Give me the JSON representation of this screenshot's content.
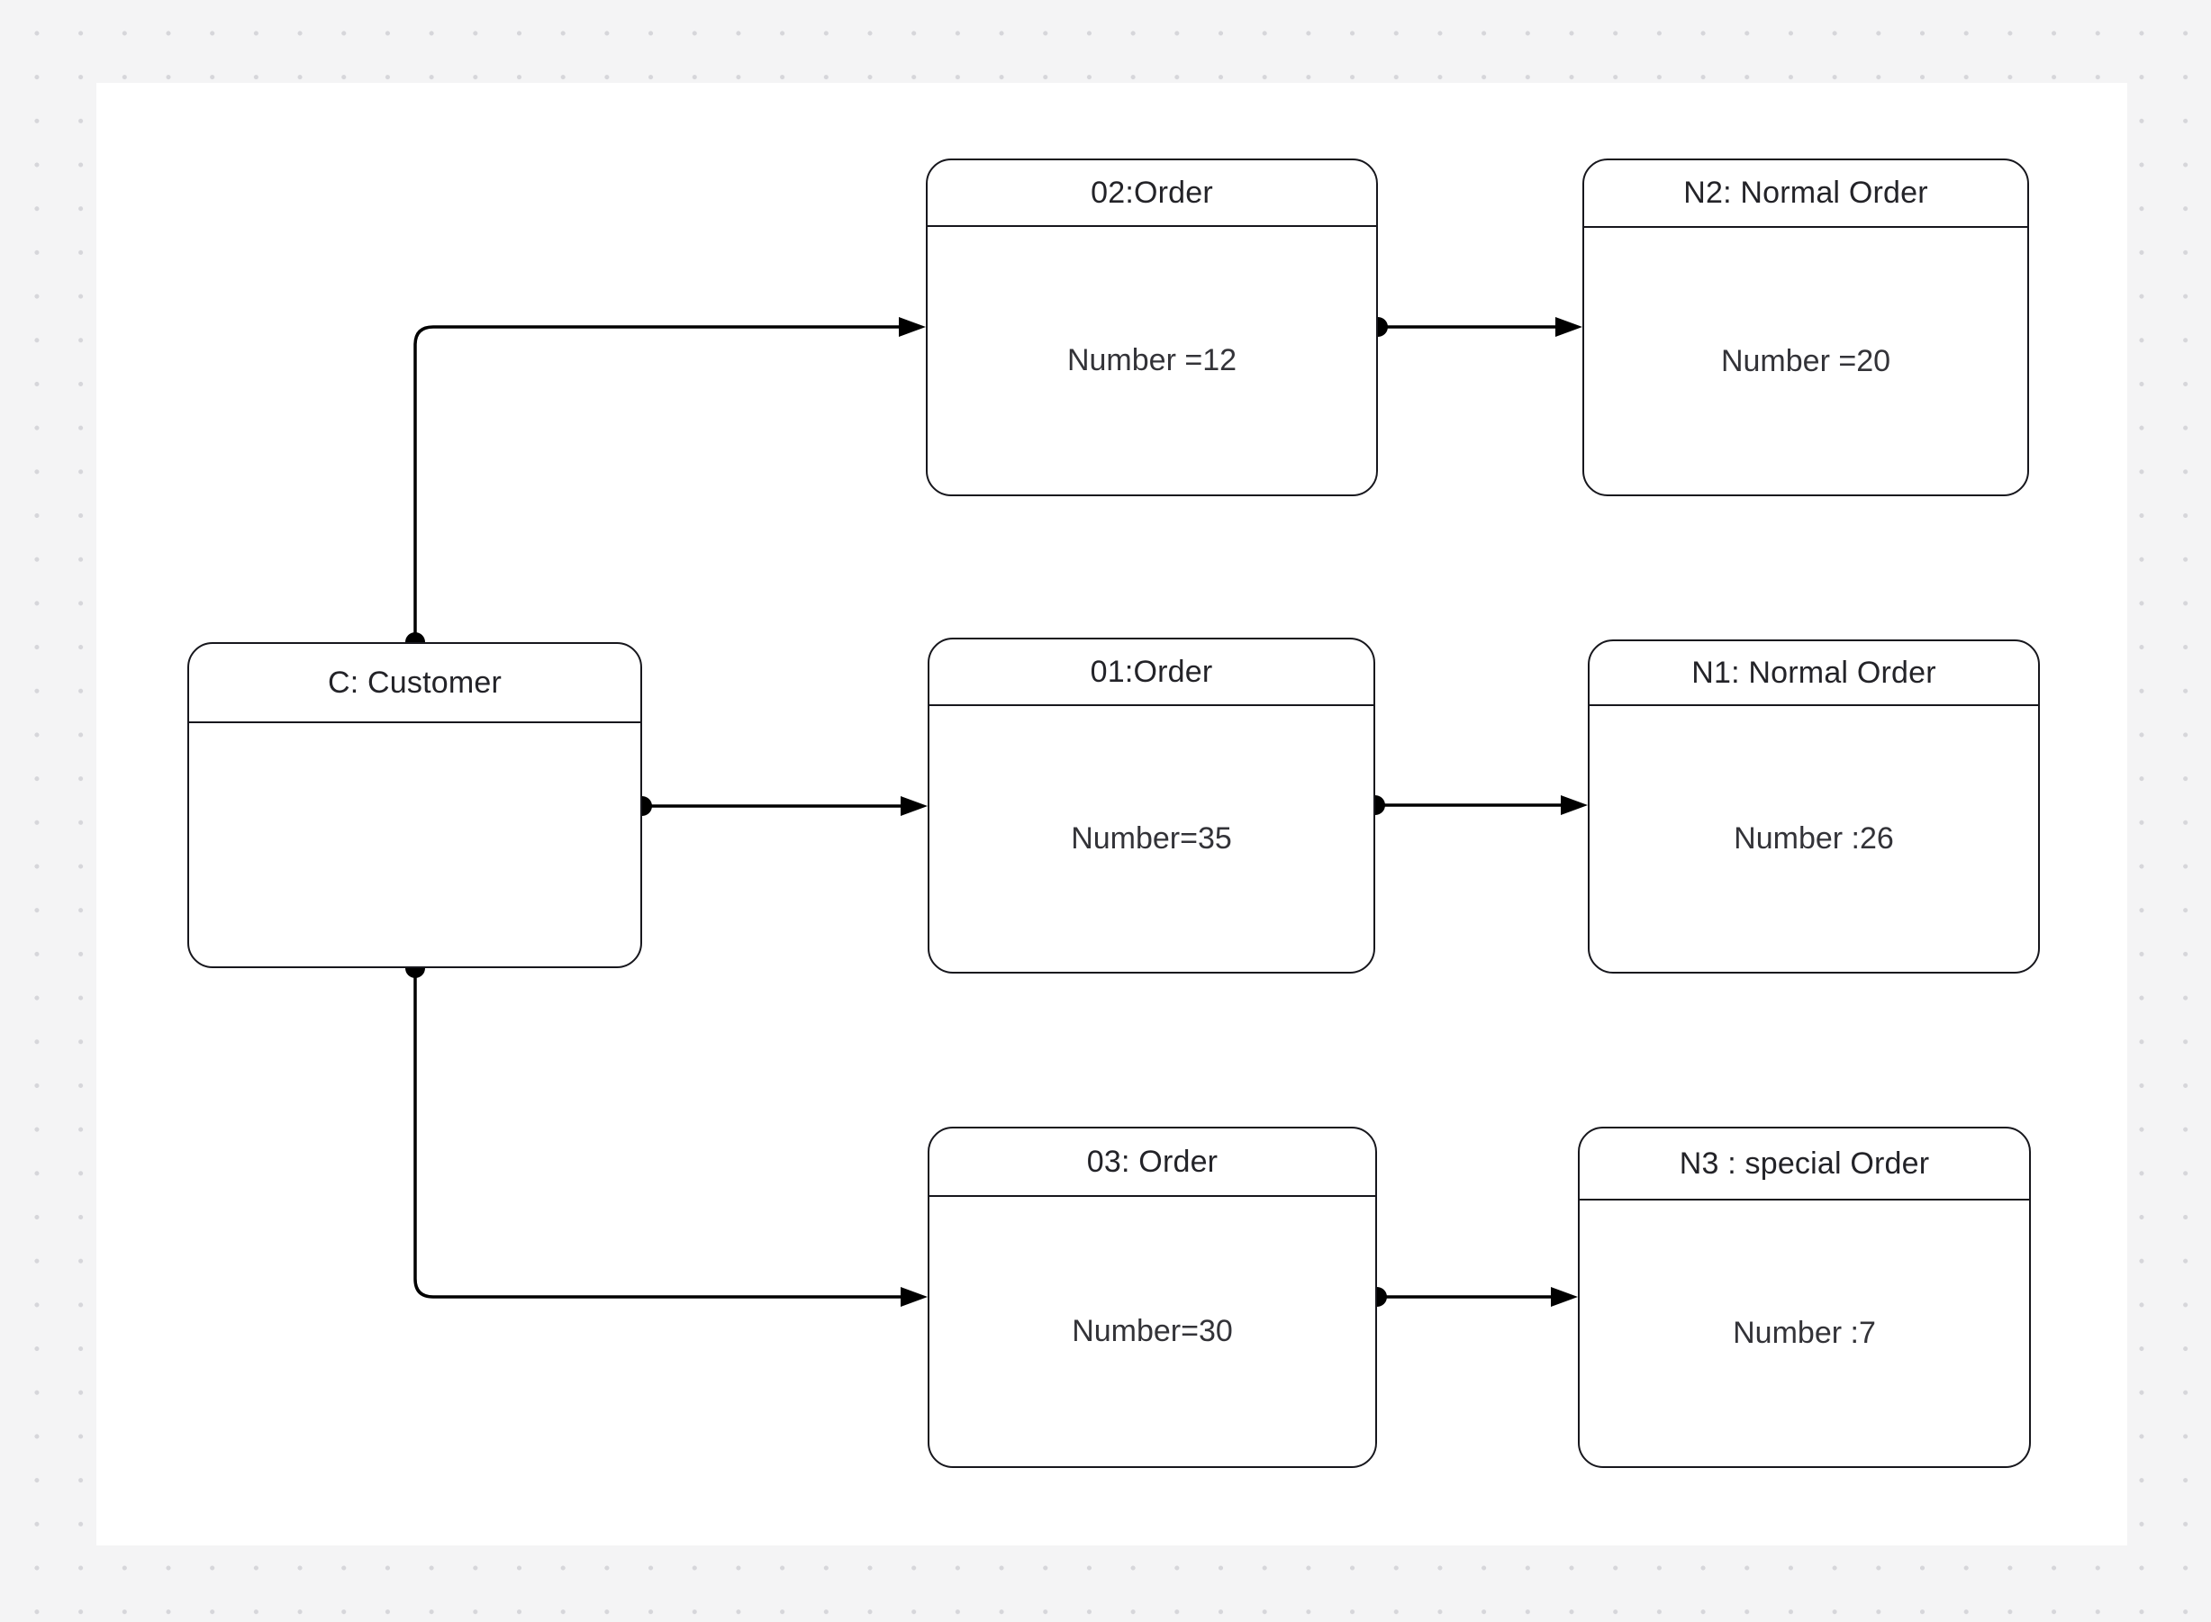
{
  "app": {
    "background_color": "#f4f4f5",
    "dot_grid_color": "#d6d6da",
    "canvas_color": "#ffffff",
    "shape_stroke_color": "#17171d",
    "connector_color": "#000000",
    "title_text_color": "#232328",
    "attribute_text_color": "#333338"
  },
  "nodes": {
    "customer": {
      "title": "C: Customer",
      "attribute": ""
    },
    "order2": {
      "title": "02:Order",
      "attribute": "Number =12"
    },
    "n2": {
      "title": "N2: Normal Order",
      "attribute": "Number =20"
    },
    "order1": {
      "title": "01:Order",
      "attribute": "Number=35"
    },
    "n1": {
      "title": "N1: Normal Order",
      "attribute": "Number :26"
    },
    "order3": {
      "title": "03: Order",
      "attribute": "Number=30"
    },
    "n3": {
      "title": "N3 : special Order",
      "attribute": "Number :7"
    }
  },
  "edges": [
    {
      "from": "customer",
      "to": "order2",
      "source_marker": "dot",
      "target_marker": "arrow"
    },
    {
      "from": "customer",
      "to": "order1",
      "source_marker": "dot",
      "target_marker": "arrow"
    },
    {
      "from": "customer",
      "to": "order3",
      "source_marker": "dot",
      "target_marker": "arrow"
    },
    {
      "from": "order2",
      "to": "n2",
      "source_marker": "dot",
      "target_marker": "arrow"
    },
    {
      "from": "order1",
      "to": "n1",
      "source_marker": "dot",
      "target_marker": "arrow"
    },
    {
      "from": "order3",
      "to": "n3",
      "source_marker": "dot",
      "target_marker": "arrow"
    }
  ]
}
